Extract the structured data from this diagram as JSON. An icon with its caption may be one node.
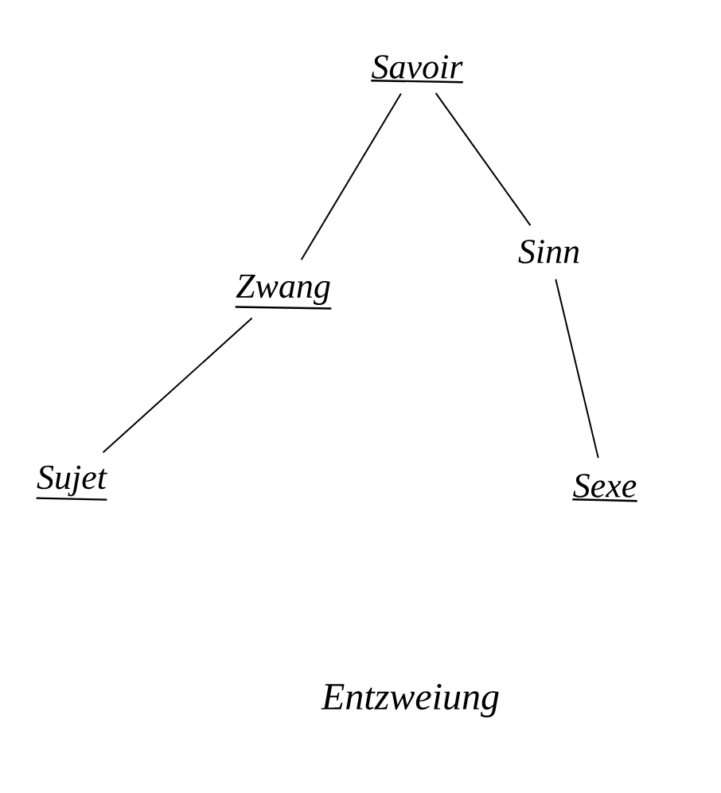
{
  "diagram": {
    "nodes": [
      {
        "text": [
          "Savoir"
        ]
      },
      {
        "text": [
          "Zwang"
        ]
      },
      {
        "text": [
          "Sinn"
        ]
      },
      {
        "text": [
          "Sujet"
        ]
      },
      {
        "text": [
          "Sexe"
        ]
      }
    ],
    "edges": [
      {
        "from": 0,
        "to": 1,
        "arrow": "none"
      },
      {
        "from": 0,
        "to": 2,
        "arrow": "none"
      },
      {
        "from": 1,
        "to": 3,
        "arrow": "none"
      },
      {
        "from": 2,
        "to": 4,
        "arrow": "none"
      }
    ],
    "labels": [
      "Entzweiung"
    ]
  }
}
